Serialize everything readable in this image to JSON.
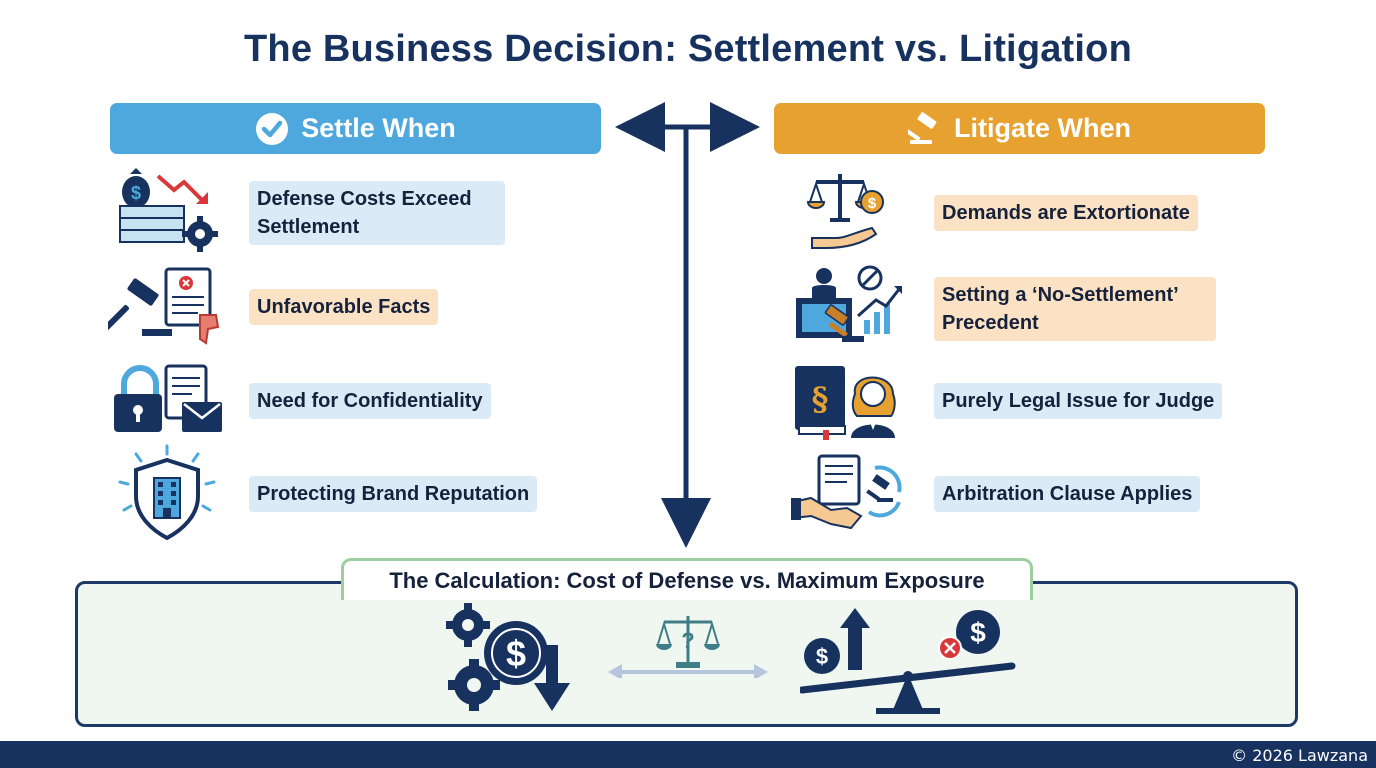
{
  "title": "The Business Decision: Settlement vs. Litigation",
  "settle": {
    "header": "Settle When",
    "items": [
      {
        "label": "Defense Costs Exceed Settlement",
        "icon": "money-down-gear-icon"
      },
      {
        "label": "Unfavorable Facts",
        "icon": "gavel-document-thumbs-down-icon"
      },
      {
        "label": "Need for Confidentiality",
        "icon": "lock-document-envelope-icon"
      },
      {
        "label": "Protecting Brand Reputation",
        "icon": "shield-building-icon"
      }
    ]
  },
  "litigate": {
    "header": "Litigate When",
    "items": [
      {
        "label": "Demands are Extortionate",
        "icon": "scales-hand-icon"
      },
      {
        "label": "Setting a ‘No-Settlement’ Precedent",
        "icon": "courtroom-no-chart-icon"
      },
      {
        "label": "Purely Legal Issue for Judge",
        "icon": "law-book-judge-icon"
      },
      {
        "label": "Arbitration Clause Applies",
        "icon": "handshake-arbitration-icon"
      }
    ]
  },
  "calculation": {
    "label": "The Calculation: Cost of Defense vs. Maximum Exposure",
    "icons": [
      "gears-dollar-down-icon",
      "scales-question-icon",
      "seesaw-dollar-icon"
    ]
  },
  "footer": "© 2026 Lawzana",
  "colors": {
    "navy": "#17325f",
    "settle_blue": "#4ea8dd",
    "litigate_orange": "#e7a130",
    "label_blue": "#dbeaf7",
    "label_orange": "#fbe2c4",
    "calc_green": "#9bcf9e",
    "alert_red": "#d9383b"
  }
}
